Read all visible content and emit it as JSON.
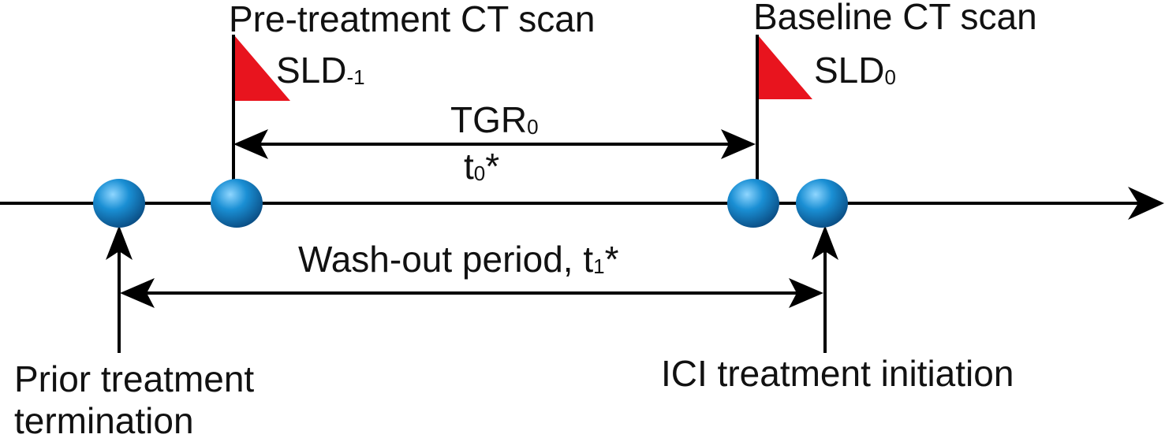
{
  "labels": {
    "pretreatment_scan": "Pre-treatment CT scan",
    "baseline_scan": "Baseline CT scan",
    "sld_minus1_base": "SLD",
    "sld_minus1_sub": "-1",
    "sld0_base": "SLD",
    "sld0_sub": "0",
    "tgr0_base": "TGR",
    "tgr0_sub": "0",
    "t0_base": "t",
    "t0_sub": "0",
    "t0_suffix": "*",
    "washout_base": "Wash-out period, t",
    "washout_sub": "1",
    "washout_suffix": "*",
    "prior_line1": "Prior treatment",
    "prior_line2": "termination",
    "ici_initiation": "ICI treatment initiation"
  },
  "colors": {
    "line": "#000000",
    "flag": "#e8141e",
    "dot": "#1a8fd4"
  }
}
